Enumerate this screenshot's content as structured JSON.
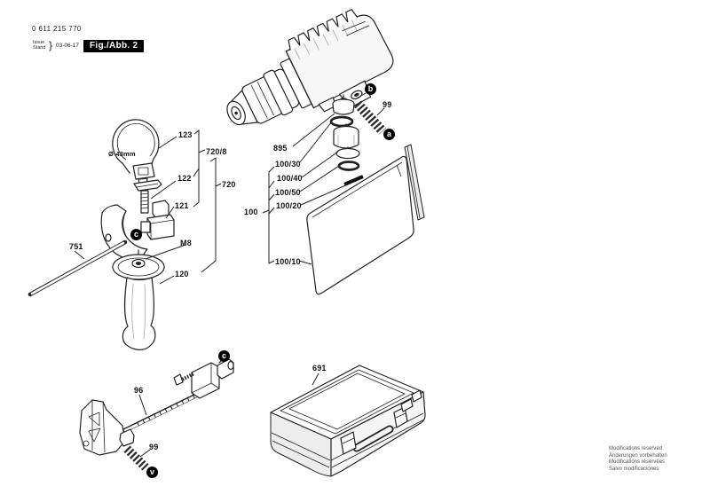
{
  "header": {
    "part_number": "0 611 215 770",
    "issue_label": "Issue",
    "stand_label": "Stand",
    "brace": "}",
    "date": "03-06-17",
    "figure_label": "Fig./Abb. 2"
  },
  "labels": {
    "pn_123": "123",
    "pn_122": "122",
    "pn_121": "121",
    "pn_m8": "M8",
    "pn_120": "120",
    "pn_720_8": "720/8",
    "pn_720": "720",
    "pn_751": "751",
    "dia_43": "Ø 43mm",
    "pn_895": "895",
    "pn_99_top": "99",
    "pn_100_30": "100/30",
    "pn_100_40": "100/40",
    "pn_100_50": "100/50",
    "pn_100_20": "100/20",
    "pn_100": "100",
    "pn_100_10": "100/10",
    "pn_96": "96",
    "pn_99_bottom": "99",
    "pn_691": "691"
  },
  "callouts": {
    "top_b": "b",
    "top_a": "a",
    "clamp_c": "c",
    "gauge_c": "c",
    "gauge_v": "v"
  },
  "footer": {
    "lines": [
      "Modifications reserved",
      "Änderungen vorbehalten",
      "Modifications réservées",
      "Salvo modificaciones"
    ]
  },
  "colors": {
    "line": "#222222",
    "fig_box_bg": "#000000",
    "fig_box_text": "#ffffff",
    "footer_text": "#555555"
  }
}
